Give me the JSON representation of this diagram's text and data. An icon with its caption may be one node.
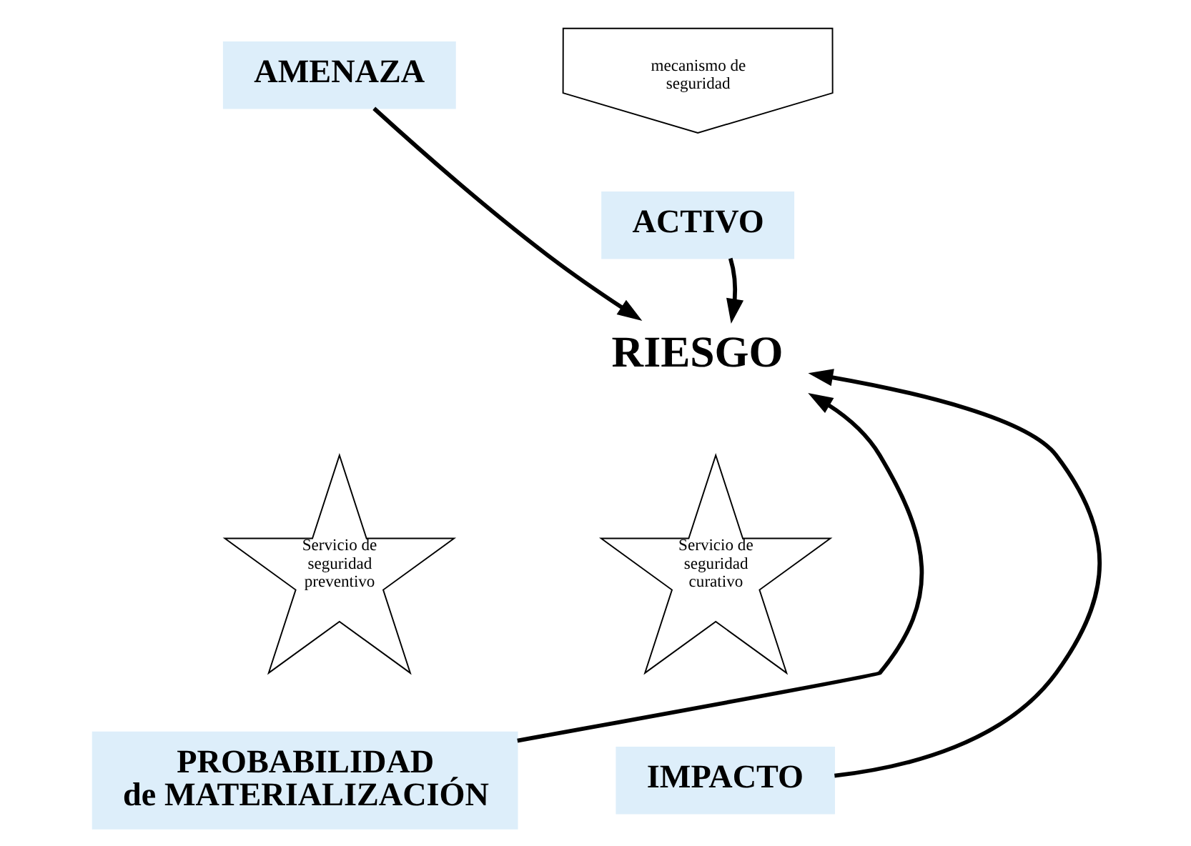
{
  "diagram": {
    "nodes": [
      {
        "text": [
          "AMENAZA"
        ]
      },
      {
        "text": [
          "mecanismo de seguridad"
        ]
      },
      {
        "text": [
          "ACTIVO"
        ]
      },
      {
        "text": [
          "RIESGO"
        ]
      },
      {
        "text": [
          "Servicio de seguridad preventivo"
        ]
      },
      {
        "text": [
          "PROBABILIDAD de MATERIALIZACIÓN"
        ]
      },
      {
        "text": [
          "Servicio de seguridad curativo"
        ]
      },
      {
        "text": [
          "IMPACTO"
        ]
      }
    ],
    "edges": [
      {
        "from": 0,
        "to": 3,
        "arrow": "to"
      },
      {
        "from": 2,
        "to": 3,
        "arrow": "to"
      },
      {
        "from": 5,
        "to": 3,
        "arrow": "to"
      },
      {
        "from": 7,
        "to": 3,
        "arrow": "to"
      }
    ]
  }
}
